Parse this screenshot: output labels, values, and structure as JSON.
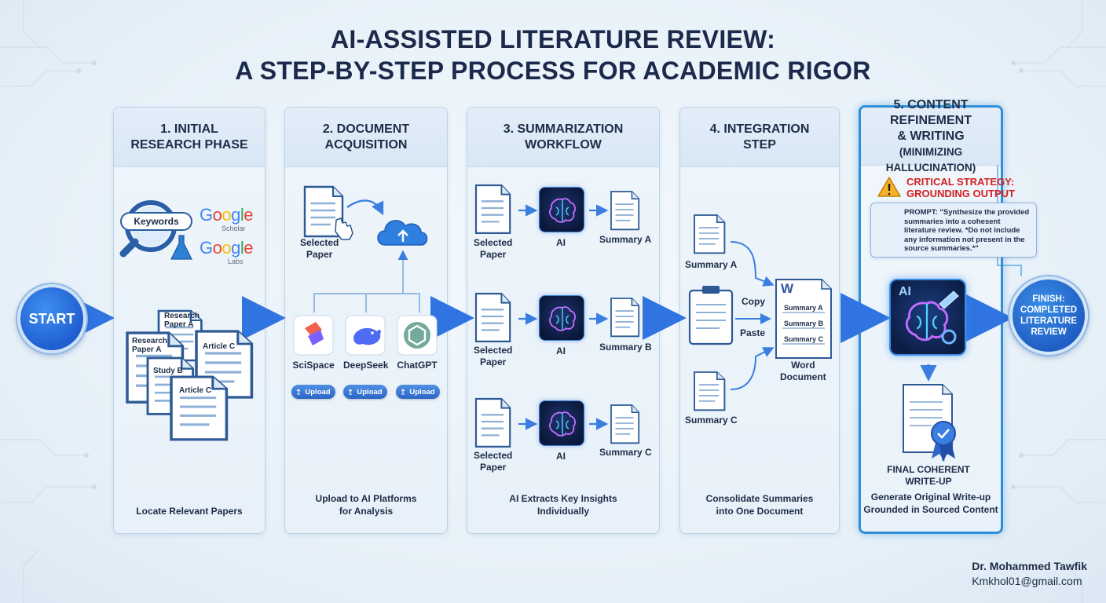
{
  "title": {
    "line1": "AI-ASSISTED LITERATURE REVIEW:",
    "line2": "A STEP-BY-STEP PROCESS FOR ACADEMIC RIGOR"
  },
  "start_label": "START",
  "finish_label": [
    "FINISH:",
    "COMPLETED",
    "LITERATURE",
    "REVIEW"
  ],
  "steps": [
    {
      "title": [
        "1. INITIAL",
        "RESEARCH PHASE"
      ],
      "keywords": "Keywords",
      "google_scholar_sub": "Scholar",
      "google_labs_sub": "Labs",
      "papers": [
        "Research Paper A",
        "Research Paper A",
        "Article C",
        "Study B",
        "Article C"
      ],
      "caption": [
        "Locate Relevant Papers"
      ]
    },
    {
      "title": [
        "2. DOCUMENT",
        "ACQUISITION"
      ],
      "selected_paper": [
        "Selected",
        "Paper"
      ],
      "platforms": [
        "SciSpace",
        "DeepSeek",
        "ChatGPT"
      ],
      "upload_label": "Upload",
      "caption": [
        "Upload to AI Platforms",
        "for Analysis"
      ]
    },
    {
      "title": [
        "3. SUMMARIZATION",
        "WORKFLOW"
      ],
      "rows": [
        {
          "input": [
            "Selected",
            "Paper"
          ],
          "ai": "AI",
          "output": "Summary A"
        },
        {
          "input": [
            "Selected",
            "Paper"
          ],
          "ai": "AI",
          "output": "Summary B"
        },
        {
          "input": [
            "Selected",
            "Paper"
          ],
          "ai": "AI",
          "output": "Summary C"
        }
      ],
      "caption": [
        "AI Extracts Key Insights",
        "Individually"
      ]
    },
    {
      "title": [
        "4. INTEGRATION",
        "STEP"
      ],
      "summaries": [
        "Summary A",
        "Summary C"
      ],
      "copy": "Copy",
      "paste": "Paste",
      "word_letter": "W",
      "word_lines": [
        "Summary A",
        "Summary B",
        "Summary C"
      ],
      "word_doc": [
        "Word",
        "Document"
      ],
      "caption": [
        "Consolidate Summaries",
        "into One Document"
      ]
    },
    {
      "title": [
        "5. CONTENT REFINEMENT",
        "& WRITING",
        "(MINIMIZING HALLUCINATION)"
      ],
      "critical": [
        "CRITICAL STRATEGY:",
        "GROUNDING OUTPUT"
      ],
      "prompt": "PROMPT: \"Synthesize the provided summaries into a cohesent literature review. *Do not include any information not present in the source summaries.*\"",
      "ai_label": "AI",
      "final": [
        "FINAL COHERENT",
        "WRITE-UP"
      ],
      "caption": [
        "Generate Original Write-up",
        "Grounded in Sourced Content"
      ]
    }
  ],
  "author": {
    "name": "Dr. Mohammed Tawfik",
    "email": "Kmkhol01@gmail.com"
  },
  "colors": {
    "accent_blue": "#2f8fd9",
    "arrow_blue": "#3a7fe0",
    "warning_red": "#d21f1f",
    "start_blue": "#1f5fd0"
  }
}
